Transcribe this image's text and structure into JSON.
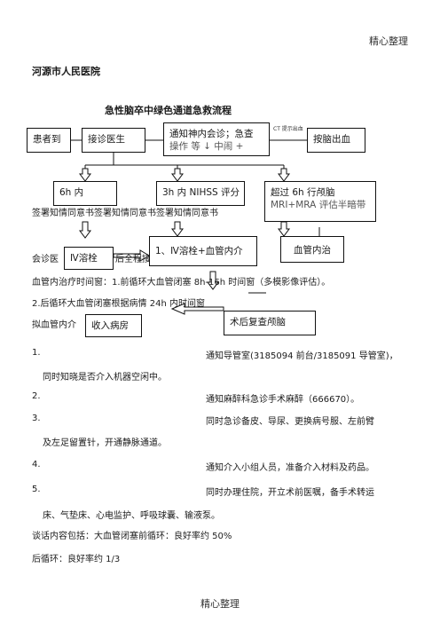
{
  "header": {
    "text": "精心整理"
  },
  "footer": {
    "text": "精心整理"
  },
  "hospital": "河源市人民医院",
  "title": "急性脑卒中绿色通道急救流程",
  "flow": {
    "patient": "患者到",
    "doctor": "接诊医生",
    "notify_line1": "通知神内会诊；急查",
    "notify_line2": "操作 等 ↓ 中闹 +",
    "ct_note": "CT 提示出血",
    "hemorrhage": "按脑出血",
    "within_6h": "6h 内",
    "within_3h": "3h 内 NIHSS 评分",
    "over_6h_line1": "超过 6h 行颅脑",
    "over_6h_line2": "MRI+MRA 评估半暗带",
    "iv_thrombolysis": "Ⅳ溶栓",
    "iv_plus_endo": "1、Ⅳ溶栓+血管内介",
    "endovascular": "血管内治",
    "admit": "收入病房",
    "recheck": "术后复查颅脑"
  },
  "body": {
    "consent_line": "签署知情同意书签署知情同意书签署知情同意书",
    "consult_prefix": "会诊医",
    "consult_suffix": "后全程接",
    "window_line": "血管内治疗时间窗：1.前循环大血管闭塞 8h-16h 时间窗（多模影像评估）。",
    "posterior_line": "2.后循环大血管闭塞根据病情 24h 内时间窗",
    "plan_prefix": "拟血管内介",
    "items": [
      {
        "num": "1.",
        "text": "通知导管室(3185094 前台/3185091 导管室)，",
        "cont": "同时知晓是否介入机器空闲中。"
      },
      {
        "num": "2.",
        "text": "通知麻醉科急诊手术麻醉（666670）。",
        "cont": ""
      },
      {
        "num": "3.",
        "text": "同时急诊备皮、导尿、更换病号服、左前臂",
        "cont": "及左足留置针，开通静脉通道。"
      },
      {
        "num": "4.",
        "text": "通知介入小组人员，准备介入材料及药品。",
        "cont": ""
      },
      {
        "num": "5.",
        "text": "同时办理住院，开立术前医嘱，备手术转运",
        "cont": "床、气垫床、心电监护、呼吸球囊、输液泵。"
      }
    ],
    "talk_line": "谈话内容包括：大血管闭塞前循环：良好率约 50%",
    "posterior_rate": "后循环：良好率约 1/3"
  }
}
